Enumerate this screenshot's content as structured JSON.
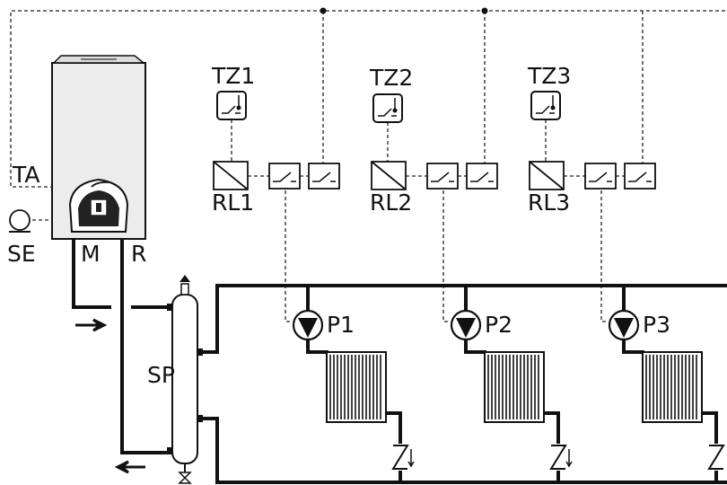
{
  "labels": {
    "ta": "TA",
    "se": "SE",
    "m": "M",
    "r": "R",
    "sp": "SP"
  },
  "zones": [
    {
      "thermostat": "TZ1",
      "relay": "RL1",
      "pump": "P1"
    },
    {
      "thermostat": "TZ2",
      "relay": "RL2",
      "pump": "P2"
    },
    {
      "thermostat": "TZ3",
      "relay": "RL3",
      "pump": "P3"
    }
  ],
  "icons": {
    "thermostat": "thermostat-icon",
    "relay": "relay-icon",
    "contact": "switch-contact-icon",
    "pump": "circulation-pump-icon",
    "radiator": "radiator-icon",
    "check_valve": "check-valve-icon",
    "boiler": "wall-boiler-icon",
    "sensor": "external-sensor-icon",
    "separator": "hydraulic-separator-icon",
    "flow_arrow": "flow-arrow-icon"
  }
}
